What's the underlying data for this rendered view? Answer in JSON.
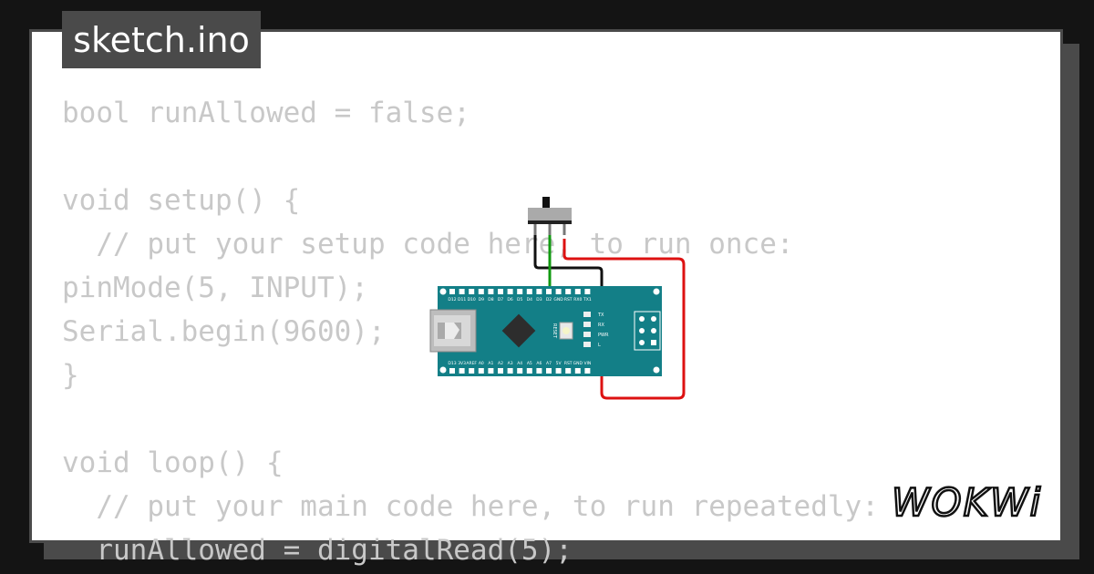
{
  "title": "sketch.ino",
  "code_lines": [
    "bool runAllowed = false;",
    "",
    "void setup() {",
    "  // put your setup code here, to run once:",
    "pinMode(5, INPUT);",
    "Serial.begin(9600);",
    "}",
    "",
    "void loop() {",
    "  // put your main code here, to run repeatedly:",
    "  runAllowed = digitalRead(5);"
  ],
  "board": {
    "top_pin_labels": [
      "D12",
      "D11",
      "D10",
      "D9",
      "D8",
      "D7",
      "D6",
      "D5",
      "D4",
      "D3",
      "D2",
      "GND",
      "RST",
      "RX0",
      "TX1"
    ],
    "bottom_pin_labels": [
      "D13",
      "3V3",
      "AREF",
      "A0",
      "A1",
      "A2",
      "A3",
      "A4",
      "A5",
      "A6",
      "A7",
      "5V",
      "RST",
      "GND",
      "VIN"
    ],
    "led_labels": [
      "TX",
      "RX",
      "PWR",
      "L"
    ],
    "reset_label": "RESET",
    "color": "#137f87"
  },
  "wires": {
    "signal_color": "#119911",
    "ground_color": "#111111",
    "power_color": "#dd1111"
  },
  "logo_text": "WOKWi",
  "colors": {
    "background": "#141414",
    "card": "#ffffff",
    "frame": "#4a4a4a",
    "code_text": "#c8c8c8"
  }
}
